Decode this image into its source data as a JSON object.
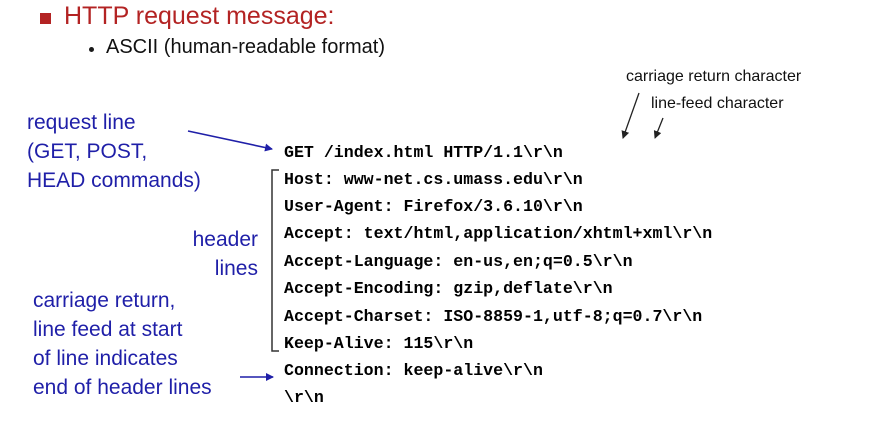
{
  "heading": {
    "title": "HTTP request message:",
    "subtitle": "ASCII (human-readable format)"
  },
  "annotations": {
    "carriage_return_char": "carriage return character",
    "line_feed_char": "line-feed character",
    "request_line": [
      "request line",
      "(GET, POST,",
      "HEAD commands)"
    ],
    "header_lines": [
      "header",
      "lines"
    ],
    "crlf_note": [
      "carriage return,",
      "line feed at start",
      "of line indicates",
      "end of header lines"
    ]
  },
  "request": {
    "request_line": "GET /index.html HTTP/1.1\\r\\n",
    "headers": [
      "Host: www-net.cs.umass.edu\\r\\n",
      "User-Agent: Firefox/3.6.10\\r\\n",
      "Accept: text/html,application/xhtml+xml\\r\\n",
      "Accept-Language: en-us,en;q=0.5\\r\\n",
      "Accept-Encoding: gzip,deflate\\r\\n",
      "Accept-Charset: ISO-8859-1,utf-8;q=0.7\\r\\n",
      "Keep-Alive: 115\\r\\n",
      "Connection: keep-alive\\r\\n"
    ],
    "blank_line": "\\r\\n"
  },
  "colors": {
    "title": "#b32323",
    "annotation_blue": "#1f1fa8",
    "code": "#000000"
  }
}
